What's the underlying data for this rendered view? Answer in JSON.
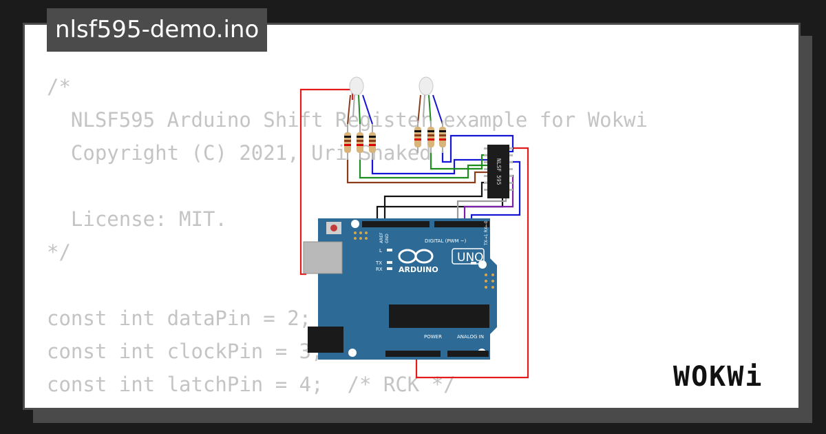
{
  "title": "nlsf595-demo.ino",
  "code_lines": [
    "/*",
    "  NLSF595 Arduino Shift Register example for Wokwi",
    "  Copyright (C) 2021, Uri Shaked",
    "",
    "  License: MIT.",
    "*/",
    "",
    "const int dataPin = 2;",
    "const int clockPin = 3;",
    "const int latchPin = 4;  /* RCK */"
  ],
  "chip_label": "NLSF 595",
  "board": {
    "brand": "ARDUINO",
    "model": "UNO",
    "digital_label": "DIGITAL (PWM ~)",
    "power_label": "POWER",
    "analog_label": "ANALOG IN",
    "on_label": "ON",
    "l_label": "L",
    "tx_label": "TX",
    "rx_label": "RX",
    "aref_label": "AREF",
    "gnd_label": "GND",
    "txrx_label": "TX→1 RX←0"
  },
  "logo": "WOKWi",
  "colors": {
    "board": "#2d6b96",
    "wire_red": "#e31b1b",
    "wire_blue": "#1515d6",
    "wire_green": "#1c8c1c",
    "wire_black": "#111111",
    "wire_purple": "#7a1fa8",
    "wire_gray": "#9a9a9a",
    "wire_brown": "#8b3a1a"
  }
}
